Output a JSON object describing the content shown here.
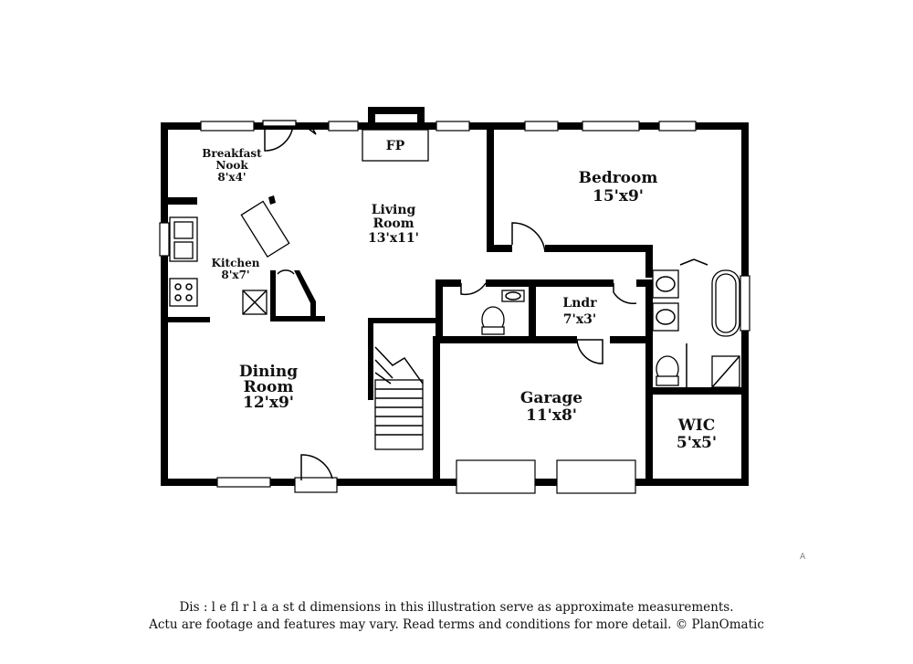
{
  "rooms": {
    "breakfast": {
      "name_line1": "Breakfast",
      "name_line2": "Nook",
      "size": "8'x4'"
    },
    "living": {
      "name_line1": "Living",
      "name_line2": "Room",
      "size": "13'x11'"
    },
    "bedroom": {
      "name": "Bedroom",
      "size": "15'x9'"
    },
    "kitchen": {
      "name": "Kitchen",
      "size": "8'x7'"
    },
    "laundry": {
      "name": "Lndr",
      "size": "7'x3'"
    },
    "dining": {
      "name_line1": "Dining",
      "name_line2": "Room",
      "size": "12'x9'"
    },
    "garage": {
      "name": "Garage",
      "size": "11'x8'"
    },
    "wic": {
      "name": "WIC",
      "size": "5'x5'"
    },
    "fireplace": {
      "name": "FP"
    }
  },
  "disclaimer": {
    "line1": "Dis    :    l e fl    r   l a   a   st    d dimensions in this illustration serve as approximate measurements.",
    "line2": "Actu      are footage and features may vary. Read terms and conditions for more detail. © PlanOmatic"
  },
  "watermark": "A"
}
